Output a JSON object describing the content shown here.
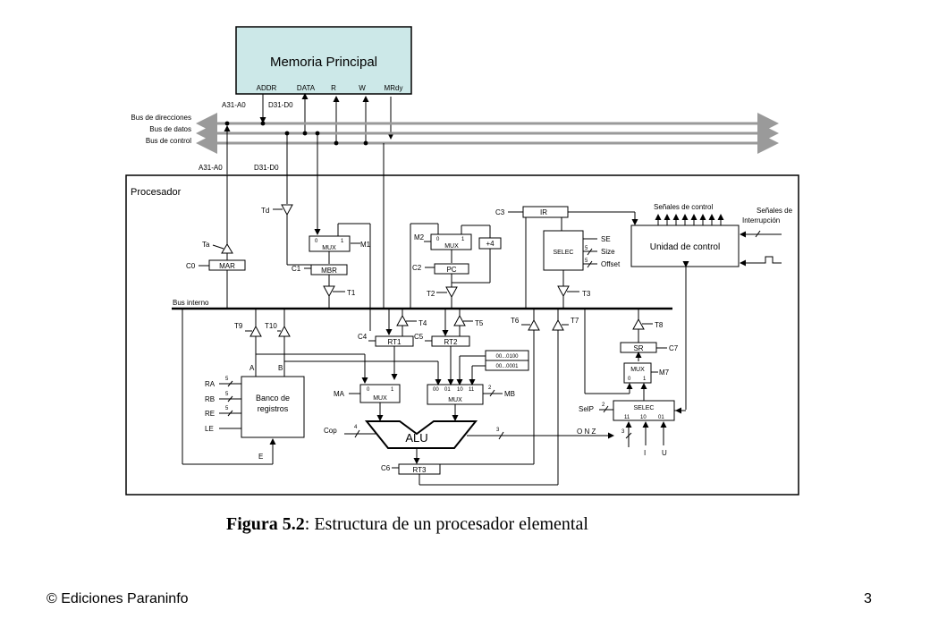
{
  "memory": {
    "title": "Memoria Principal",
    "signals": [
      "ADDR",
      "DATA",
      "R",
      "W",
      "MRdy"
    ]
  },
  "buses": {
    "address_top": "A31-A0",
    "data_top": "D31-D0",
    "labels": [
      "Bus de direcciones",
      "Bus de datos",
      "Bus de control"
    ],
    "address_bottom": "A31-A0",
    "data_bottom": "D31-D0"
  },
  "processor": {
    "title": "Procesador",
    "internal_bus": "Bus interno",
    "registers": {
      "mar": "MAR",
      "mbr": "MBR",
      "pc": "PC",
      "ir": "IR",
      "rt1": "RT1",
      "rt2": "RT2",
      "rt3": "RT3",
      "sr": "SR",
      "plus4": "+4",
      "selec_ir": "SELEC",
      "selec_flags": "SELEC",
      "control_unit": "Unidad de control",
      "reg_bank_line1": "Banco de",
      "reg_bank_line2": "registros",
      "alu": "ALU"
    },
    "mux": "MUX",
    "signal_labels": {
      "ta": "Ta",
      "td": "Td",
      "c0": "C0",
      "c1": "C1",
      "c2": "C2",
      "c3": "C3",
      "c4": "C4",
      "c5": "C5",
      "c6": "C6",
      "c7": "C7",
      "m1": "M1",
      "m2": "M2",
      "m7": "M7",
      "t1": "T1",
      "t2": "T2",
      "t3": "T3",
      "t4": "T4",
      "t5": "T5",
      "t6": "T6",
      "t7": "T7",
      "t8": "T8",
      "t9": "T9",
      "t10": "T10",
      "ma": "MA",
      "mb": "MB",
      "cop": "Cop",
      "selp": "SelP",
      "ra": "RA",
      "rb": "RB",
      "re": "RE",
      "le": "LE",
      "a": "A",
      "b": "B",
      "e": "E",
      "onz": "O  N  Z",
      "i": "I",
      "u": "U",
      "se": "SE",
      "size": "Size",
      "offset": "Offset",
      "control_signals": "Señales de control",
      "interrupt_line1": "Señales de",
      "interrupt_line2": "Interrupción"
    },
    "const_values": [
      "00...0100",
      "00...0001"
    ],
    "mux_inputs_ab": [
      "0",
      "1"
    ],
    "mux_inputs_b": [
      "00",
      "01",
      "10",
      "11"
    ],
    "selec_inputs": [
      "11",
      "10",
      "01"
    ],
    "bus_widths": {
      "five": "5",
      "four": "4",
      "three": "3",
      "two": "2"
    }
  },
  "caption": {
    "bold": "Figura 5.2",
    "rest": ": Estructura de un procesador elemental"
  },
  "footer": {
    "left": "© Ediciones Paraninfo",
    "page": "3"
  }
}
